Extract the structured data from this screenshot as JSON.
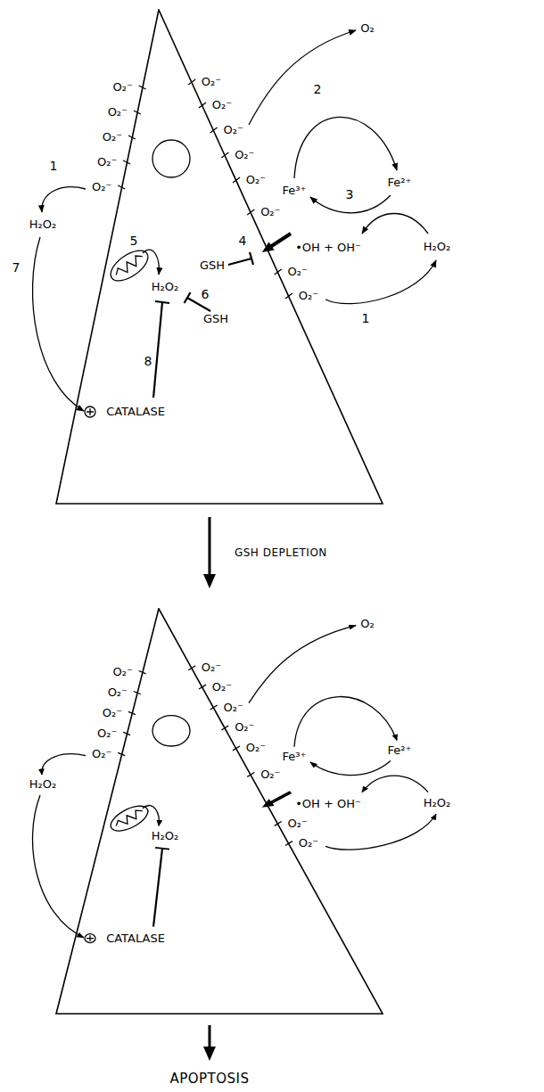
{
  "diagram": {
    "nodes": [
      {
        "text": [
          "GSH",
          "H₂O₂",
          "GSH",
          "CATALASE"
        ]
      },
      {
        "text": [
          "H₂O₂",
          "CATALASE"
        ]
      },
      {
        "text": [
          "APOPTOSIS"
        ]
      }
    ],
    "edges": [
      {
        "from": 0,
        "to": 1,
        "label": "GSH DEPLETION",
        "arrow": "to"
      },
      {
        "from": 1,
        "to": 2,
        "arrow": "to"
      }
    ],
    "labels": [
      "O₂",
      "O₂⁻",
      "O₂⁻",
      "2",
      "O₂⁻",
      "O₂⁻",
      "O₂⁻",
      "O₂⁻",
      "O₂⁻",
      "O₂⁻",
      "1",
      "O₂⁻",
      "Fe²⁺",
      "O₂⁻",
      "Fe³⁺",
      "3",
      "O₂⁻",
      "H₂O₂",
      "4",
      "5",
      "H₂O₂",
      "•OH + OH⁻",
      "7",
      "O₂⁻",
      "6",
      "O₂⁻",
      "1",
      "8",
      "O₂",
      "O₂⁻",
      "O₂⁻",
      "O₂⁻",
      "O₂⁻",
      "O₂⁻",
      "O₂⁻",
      "O₂⁻",
      "O₂⁻",
      "O₂⁻",
      "Fe²⁺",
      "O₂⁻",
      "Fe³⁺",
      "O₂⁻",
      "H₂O₂",
      "H₂O₂",
      "•OH + OH⁻",
      "O₂⁻",
      "O₂⁻"
    ]
  }
}
